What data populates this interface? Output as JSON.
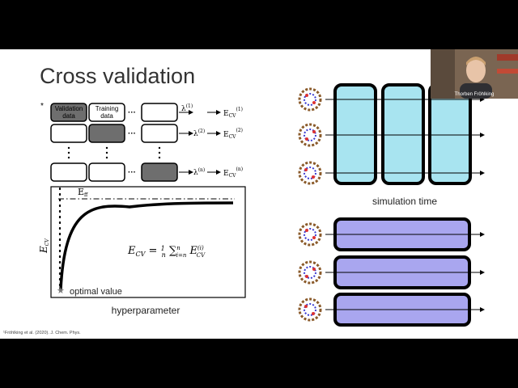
{
  "slide": {
    "title": "Cross validation",
    "bullet": "*",
    "rows": [
      {
        "boxes": [
          "Validation data",
          "Training data",
          ""
        ],
        "lambda": "λ",
        "lambda_sup": "(1)",
        "ecv": "E",
        "ecv_sub": "CV",
        "ecv_sup": "(1)"
      },
      {
        "boxes": [
          "",
          "",
          ""
        ],
        "lambda": "λ",
        "lambda_sup": "(2)",
        "ecv": "E",
        "ecv_sub": "CV",
        "ecv_sup": "(2)"
      },
      {
        "boxes": [
          "",
          "",
          ""
        ],
        "lambda": "λ",
        "lambda_sup": "(n)",
        "ecv": "E",
        "ecv_sub": "CV",
        "ecv_sup": "(n)"
      }
    ],
    "plot": {
      "ylabel": "E",
      "ylabel_sub": "CV",
      "xlabel": "hyperparameter",
      "eff_label": "E",
      "eff_sub": "ff",
      "optimal_label": "optimal value",
      "formula": "E_CV = 1/n Σ_{i=n}^{n} E_CV^(i)"
    },
    "sim_time_label": "simulation time",
    "reference": "¹Fröhlking et al. (2020). J. Chem. Phys."
  },
  "webcam": {
    "name": "Thorben Fröhlking"
  },
  "colors": {
    "cyan_box": "#a8e4f0",
    "purple_box": "#a9a6ef",
    "grey_box": "#6e6e6e"
  }
}
